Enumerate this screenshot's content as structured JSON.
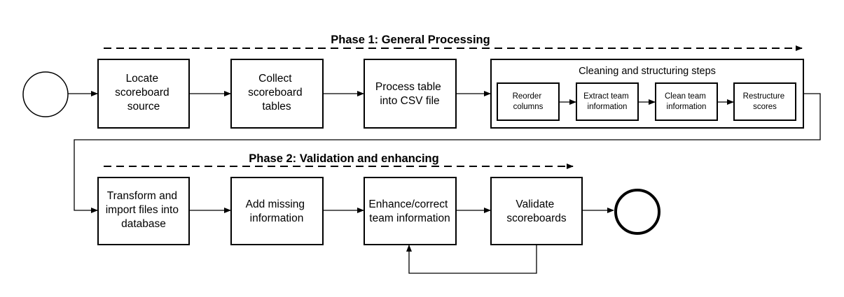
{
  "phases": {
    "phase1_label": "Phase 1: General Processing",
    "phase2_label": "Phase 2: Validation and enhancing"
  },
  "steps": {
    "locate": [
      "Locate",
      "scoreboard",
      "source"
    ],
    "collect": [
      "Collect",
      "scoreboard",
      "tables"
    ],
    "process": [
      "Process table",
      "into CSV file"
    ],
    "transform": [
      "Transform and",
      "import files into",
      "database"
    ],
    "add_missing": [
      "Add missing",
      "information"
    ],
    "enhance": [
      "Enhance/correct",
      "team information"
    ],
    "validate": [
      "Validate",
      "scoreboards"
    ]
  },
  "cleaning": {
    "title": "Cleaning and structuring steps",
    "substeps": {
      "reorder": [
        "Reorder",
        "columns"
      ],
      "extract": [
        "Extract team",
        "information"
      ],
      "clean": [
        "Clean team",
        "information"
      ],
      "restructure": [
        "Restructure",
        "scores"
      ]
    }
  },
  "colors": {
    "stroke": "#000000",
    "background": "#ffffff"
  }
}
